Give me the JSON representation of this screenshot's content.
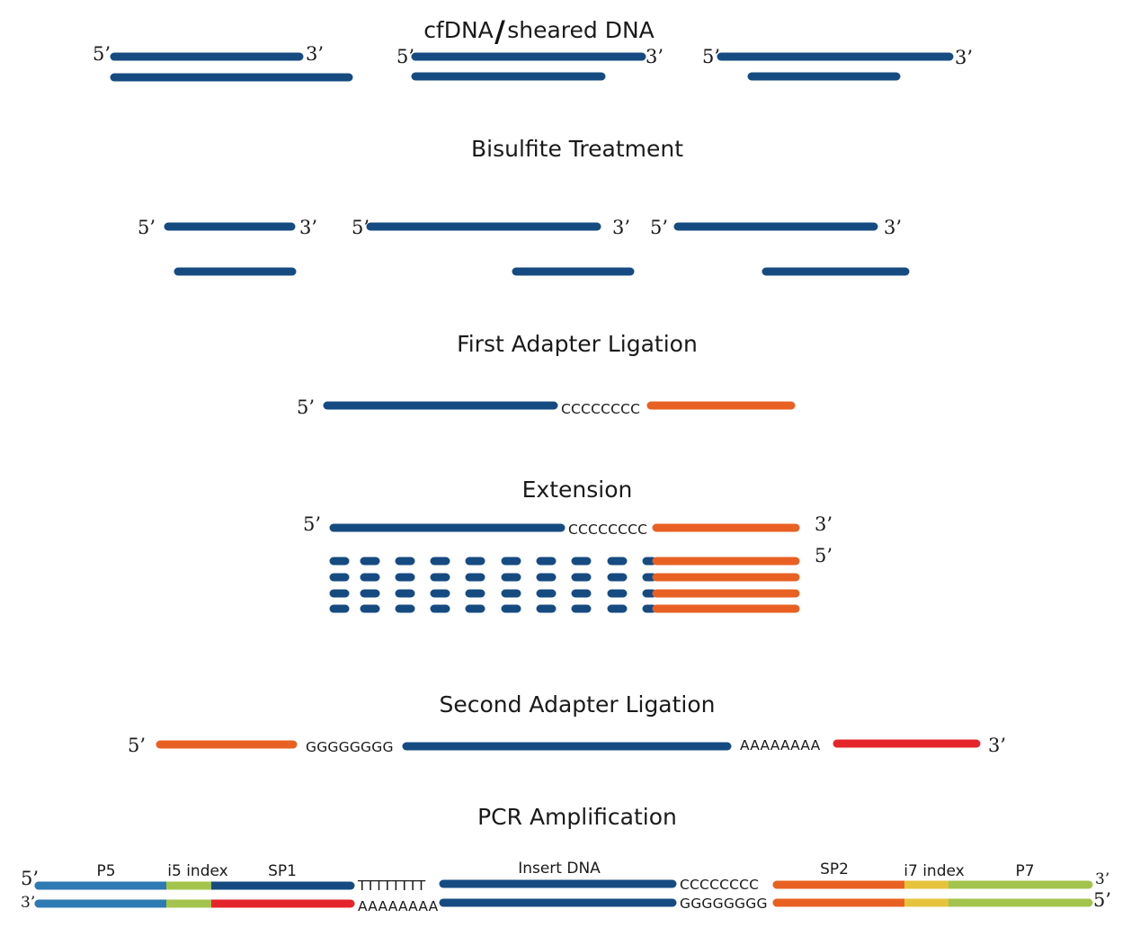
{
  "colors": {
    "navy": "#164b82",
    "orange": "#e86123",
    "red": "#e4262c",
    "steel_blue": "#2e7ab3",
    "lime": "#a3c44c",
    "yellow": "#e6c33c"
  },
  "labels": {
    "five_prime": "5’",
    "three_prime": "3’"
  },
  "sections": {
    "cfdna": {
      "title_left": "cfDNA",
      "title_slash": "/",
      "title_right": "sheared DNA"
    },
    "bisulfite": {
      "title": "Bisulfite Treatment"
    },
    "first_ligation": {
      "title": "First Adapter Ligation",
      "seq": "CCCCCCCC"
    },
    "extension": {
      "title": "Extension",
      "seq": "CCCCCCCC"
    },
    "second_ligation": {
      "title": "Second Adapter Ligation",
      "seq_g": "GGGGGGGG",
      "seq_a": "AAAAAAAA"
    },
    "pcr": {
      "title": "PCR Amplification",
      "p5": "P5",
      "i5": "i5 index",
      "sp1": "SP1",
      "insert": "Insert DNA",
      "sp2": "SP2",
      "i7": "i7 index",
      "p7": "P7",
      "seq_t": "TTTTTTTT",
      "seq_a": "AAAAAAAA",
      "seq_c": "CCCCCCCC",
      "seq_g": "GGGGGGGG"
    }
  }
}
